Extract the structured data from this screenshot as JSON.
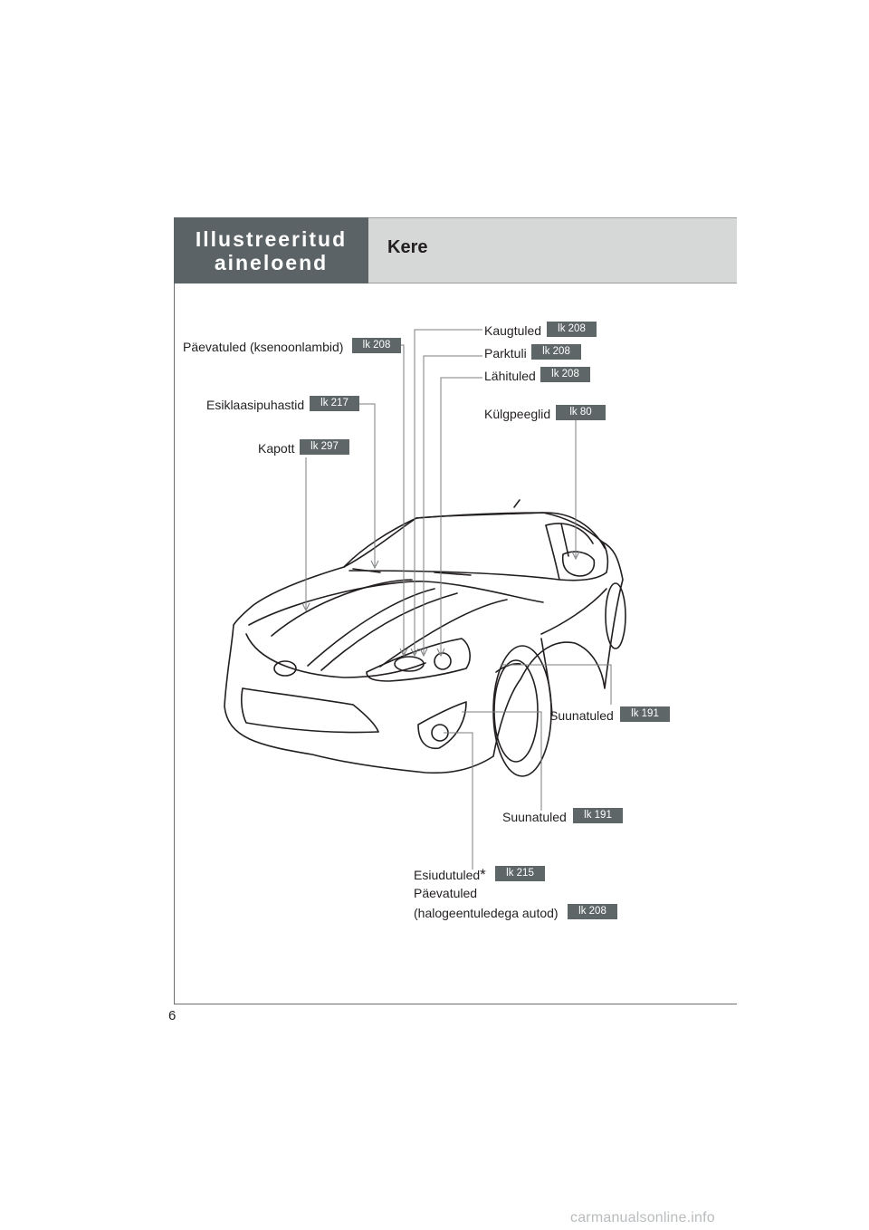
{
  "header": {
    "section_label_line1": "Illustreeritud",
    "section_label_line2": "aineloend",
    "title": "Kere"
  },
  "labels": {
    "paevatuled_ksenoon": {
      "text": "Päevatuled (ksenoonlambid)",
      "page": "lk 208"
    },
    "kaugtuled": {
      "text": "Kaugtuled",
      "page": "lk 208"
    },
    "parktuli": {
      "text": "Parktuli",
      "page": "lk 208"
    },
    "lahituled": {
      "text": "Lähituled",
      "page": "lk 208"
    },
    "esiklaasipuhastid": {
      "text": "Esiklaasipuhastid",
      "page": "lk 217"
    },
    "kulgpeeglid": {
      "text": "Külgpeeglid",
      "page": "lk 80"
    },
    "kapott": {
      "text": "Kapott",
      "page": "lk 297"
    },
    "suunatuled_1": {
      "text": "Suunatuled",
      "page": "lk 191"
    },
    "suunatuled_2": {
      "text": "Suunatuled",
      "page": "lk 191"
    },
    "esiudutuled": {
      "text": "Esiudutuled",
      "asterisk": "*",
      "page": "lk 215"
    },
    "paevatuled_halogeen": {
      "line1": "Päevatuled",
      "line2": "(halogeentuledega autod)",
      "page": "lk 208"
    }
  },
  "page_number": "6",
  "watermark": "carmanualsonline.info"
}
